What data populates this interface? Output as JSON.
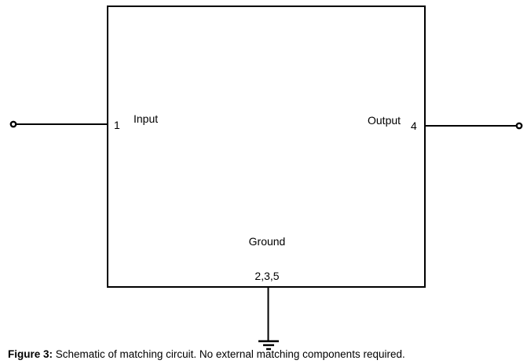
{
  "figure": {
    "block": {
      "input_label": "Input",
      "input_pin": "1",
      "output_label": "Output",
      "output_pin": "4",
      "ground_label": "Ground",
      "ground_pins": "2,3,5"
    },
    "caption": {
      "prefix": "Figure 3:",
      "text": " Schematic of matching circuit. No external matching components required."
    },
    "colors": {
      "line": "#000000",
      "text": "#000000",
      "background": "#ffffff"
    }
  }
}
